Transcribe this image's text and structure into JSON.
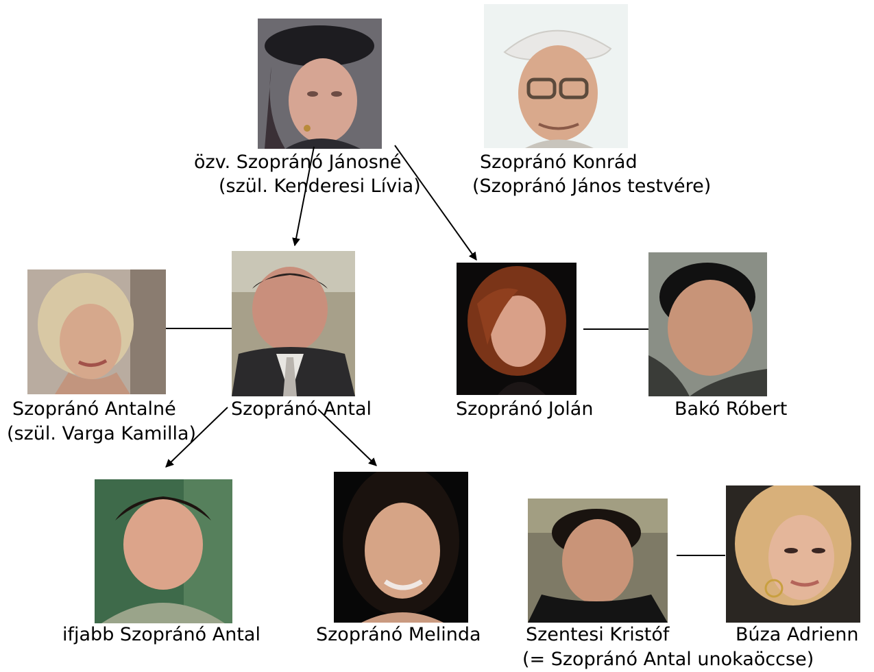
{
  "people": {
    "livia": {
      "name": "özv. Szopránó Jánosné",
      "note": "(szül. Kenderesi Lívia)",
      "icon": "person-photo"
    },
    "konrad": {
      "name": "Szopránó Konrád",
      "note": "(Szopránó János testvére)",
      "icon": "person-photo"
    },
    "kamilla": {
      "name": "Szopránó Antalné",
      "note": "(szül. Varga Kamilla)",
      "icon": "person-photo"
    },
    "antal": {
      "name": "Szopránó Antal",
      "icon": "person-photo"
    },
    "jolan": {
      "name": "Szopránó Jolán",
      "icon": "person-photo"
    },
    "robert": {
      "name": "Bakó Róbert",
      "icon": "person-photo"
    },
    "ifj_antal": {
      "name": "ifjabb Szopránó Antal",
      "icon": "person-photo"
    },
    "melinda": {
      "name": "Szopránó Melinda",
      "icon": "person-photo"
    },
    "kristof": {
      "name": "Szentesi Kristóf",
      "note": "(= Szopránó Antal unokaöccse)",
      "icon": "person-photo"
    },
    "adrienn": {
      "name": "Búza Adrienn",
      "icon": "person-photo"
    }
  },
  "relations": [
    {
      "type": "parent-child",
      "from": "livia",
      "to": "antal"
    },
    {
      "type": "parent-child",
      "from": "livia",
      "to": "jolan"
    },
    {
      "type": "spouse",
      "from": "kamilla",
      "to": "antal"
    },
    {
      "type": "spouse",
      "from": "jolan",
      "to": "robert"
    },
    {
      "type": "parent-child",
      "from": "antal",
      "to": "ifj_antal"
    },
    {
      "type": "parent-child",
      "from": "antal",
      "to": "melinda"
    },
    {
      "type": "partner",
      "from": "kristof",
      "to": "adrienn"
    }
  ]
}
